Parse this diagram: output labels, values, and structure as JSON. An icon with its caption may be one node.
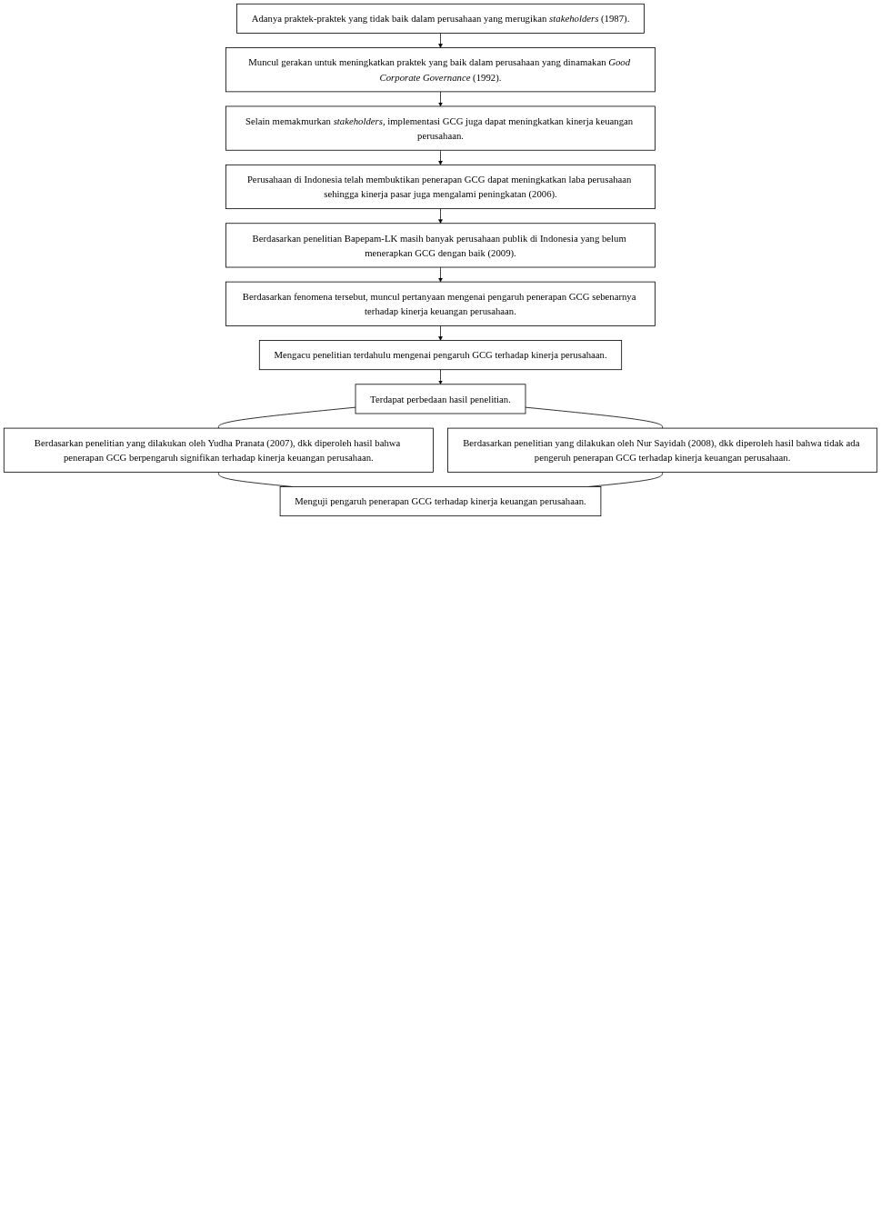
{
  "diagram": {
    "nodes": [
      {
        "text": [
          "Adanya praktek-praktek yang tidak baik dalam perusahaan yang merugikan *stakeholders* (1987)."
        ]
      },
      {
        "text": [
          "Muncul gerakan untuk meningkatkan praktek yang baik dalam perusahaan yang dinamakan *Good Corporate Governance* (1992)."
        ]
      },
      {
        "text": [
          "Selain memakmurkan *stakeholders,* implementasi GCG juga dapat meningkatkan kinerja keuangan perusahaan."
        ]
      },
      {
        "text": [
          "Perusahaan di Indonesia telah membuktikan penerapan GCG dapat meningkatkan laba perusahaan sehingga kinerja pasar juga mengalami peningkatan (2006)."
        ]
      },
      {
        "text": [
          "Berdasarkan penelitian Bapepam-LK masih banyak perusahaan publik di Indonesia yang belum menerapkan GCG dengan baik (2009)."
        ]
      },
      {
        "text": [
          "Berdasarkan fenomena tersebut, muncul pertanyaan mengenai pengaruh penerapan GCG sebenarnya terhadap kinerja keuangan perusahaan."
        ]
      },
      {
        "text": [
          "Mengacu penelitian terdahulu mengenai pengaruh GCG terhadap kinerja perusahaan."
        ]
      },
      {
        "text": [
          "Terdapat perbedaan hasil penelitian."
        ]
      },
      {
        "text": [
          "Berdasarkan penelitian yang dilakukan oleh Yudha Pranata (2007), dkk diperoleh hasil bahwa penerapan GCG berpengaruh signifikan terhadap kinerja keuangan perusahaan."
        ]
      },
      {
        "text": [
          "Berdasarkan penelitian yang dilakukan oleh Nur Sayidah (2008), dkk diperoleh hasil bahwa tidak ada pengeruh penerapan GCG terhadap kinerja keuangan perusahaan."
        ]
      },
      {
        "text": [
          "Menguji pengaruh penerapan GCG terhadap kinerja keuangan perusahaan."
        ]
      }
    ],
    "edges": [
      {
        "from": 0,
        "to": 1,
        "arrow": "to"
      },
      {
        "from": 1,
        "to": 2,
        "arrow": "to"
      },
      {
        "from": 2,
        "to": 3,
        "arrow": "to"
      },
      {
        "from": 3,
        "to": 4,
        "arrow": "to"
      },
      {
        "from": 4,
        "to": 5,
        "arrow": "to"
      },
      {
        "from": 5,
        "to": 6,
        "arrow": "to"
      },
      {
        "from": 6,
        "to": 7,
        "arrow": "to"
      },
      {
        "from": 7,
        "to": 8,
        "arrow": "none"
      },
      {
        "from": 7,
        "to": 9,
        "arrow": "none"
      },
      {
        "from": 8,
        "to": 10,
        "arrow": "none"
      },
      {
        "from": 9,
        "to": 10,
        "arrow": "none"
      }
    ]
  }
}
